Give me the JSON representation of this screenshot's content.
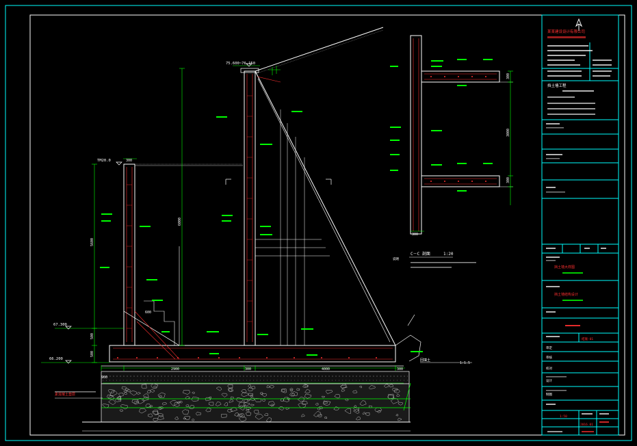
{
  "drawing": {
    "elevations": {
      "top_wall": "75.600~76.150",
      "left_top": "TM20.0",
      "left_mid": "67.300",
      "left_low": "66.200"
    },
    "dims": {
      "base_left": "900",
      "base_mid": "2900",
      "base_right": "4000",
      "base_end": "300",
      "left_height": "5600",
      "left_mid_h": "500",
      "left_low_h": "500",
      "right_height": "6000",
      "wall_top": "300",
      "left_thk": "300",
      "step": "600"
    },
    "section_detail": {
      "title": "C－C 剖面",
      "scale": "1:20",
      "dim_height": "3000",
      "dim_top": "300",
      "dim_bot": "300",
      "dim_base": "300",
      "note": "说明"
    },
    "foundation_label": "素混凝土垫层",
    "ground_label": "回填土",
    "slope_label": "1:1.5"
  },
  "title_block": {
    "company": "某某建设设计有限公司",
    "project": "挡土墙工程",
    "drawing_title": "挡土墙大样图",
    "drawing_title2": "挡土墙结构设计",
    "sheet_code": "结施-01",
    "scale": "1:50",
    "date": "2016.01",
    "row_labels": [
      "审定",
      "审核",
      "校对",
      "设计",
      "制图"
    ]
  },
  "colors": {
    "frame": "#00ffff",
    "line": "#ffffff",
    "annotation": "#00ff00",
    "red_text": "#ff3030",
    "dim": "#00ff00"
  }
}
